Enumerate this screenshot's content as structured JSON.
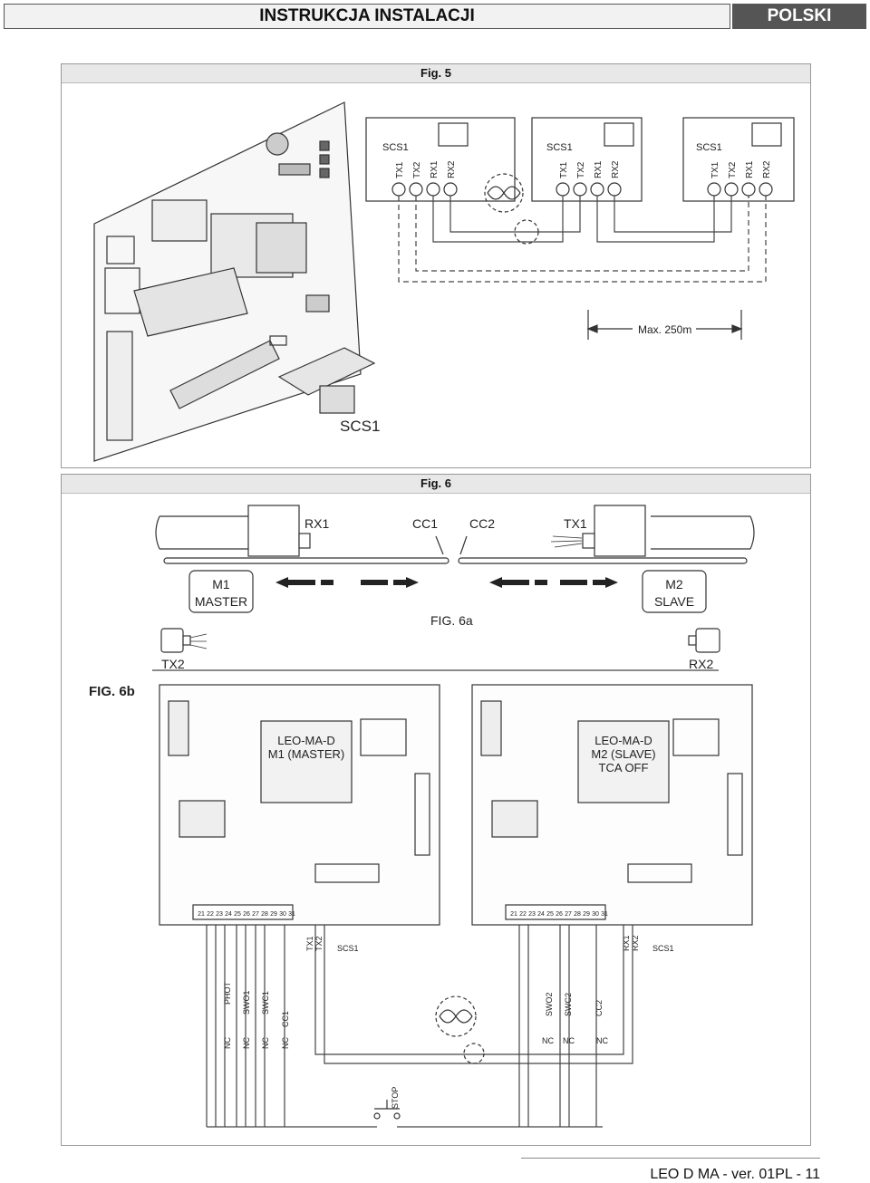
{
  "header": {
    "title": "INSTRUKCJA INSTALACJI",
    "language": "POLSKI"
  },
  "fig5": {
    "caption": "Fig. 5",
    "module_label": "SCS1",
    "terminals": [
      "TX1",
      "TX2",
      "RX1",
      "RX2"
    ],
    "distance": "Max. 250m",
    "board_label": "SCS1"
  },
  "fig6": {
    "caption": "Fig. 6",
    "top": {
      "rx1": "RX1",
      "cc1": "CC1",
      "cc2": "CC2",
      "tx1": "TX1"
    },
    "m1": {
      "line1": "M1",
      "line2": "MASTER"
    },
    "m2": {
      "line1": "M2",
      "line2": "SLAVE"
    },
    "fig6a": "FIG. 6a",
    "tx2": "TX2",
    "rx2": "RX2",
    "fig6b": "FIG. 6b",
    "board1": {
      "l1": "LEO-MA-D",
      "l2": "M1 (MASTER)"
    },
    "board2": {
      "l1": "LEO-MA-D",
      "l2": "M2 (SLAVE)",
      "l3": "TCA OFF"
    },
    "terminal_numbers": [
      "21",
      "22",
      "23",
      "24",
      "25",
      "26",
      "27",
      "28",
      "29",
      "30",
      "31"
    ],
    "b1_out": {
      "a": "TX1",
      "b": "TX2",
      "c": "SCS1"
    },
    "b2_out": {
      "a": "RX1",
      "b": "RX2",
      "c": "SCS1"
    },
    "b1_inputs": [
      "PHOT",
      "SWO1",
      "SWC1",
      "CC1"
    ],
    "b1_nc": [
      "NC",
      "NC",
      "NC",
      "NC"
    ],
    "b2_inputs": [
      "SWO2",
      "SWC2",
      "CC2"
    ],
    "b2_nc": [
      "NC",
      "NC",
      "NC"
    ],
    "stop": "STOP"
  },
  "footer": {
    "text": "LEO D MA - ver. 01PL - 11"
  }
}
